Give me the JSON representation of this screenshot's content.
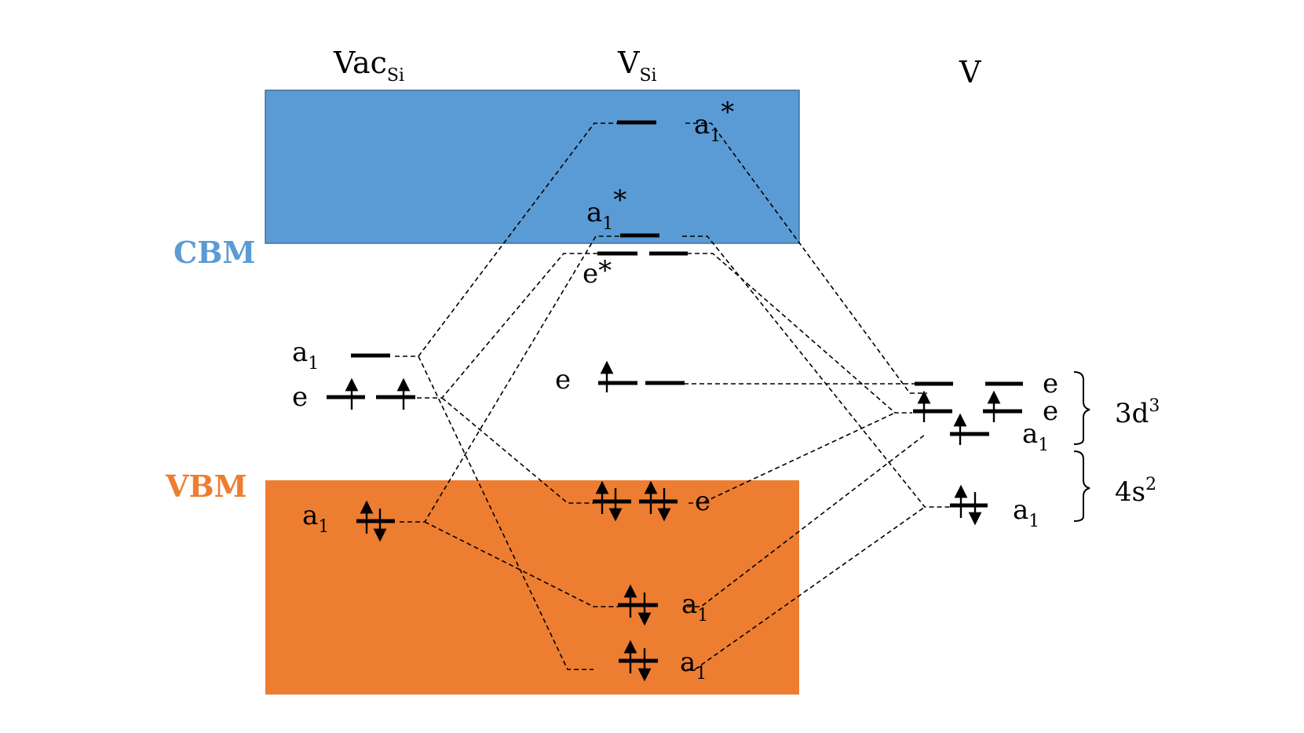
{
  "columns": {
    "vac": {
      "main": "Vac",
      "sub": "Si"
    },
    "vsi": {
      "main": "V",
      "sub": "Si"
    },
    "v": {
      "main": "V"
    }
  },
  "band_edges": {
    "cbm": {
      "label": "CBM",
      "color": "#5b9bd5"
    },
    "vbm": {
      "label": "VBM",
      "color": "#ed7d31"
    }
  },
  "groups": {
    "d": {
      "main": "3d",
      "sup": "3"
    },
    "s": {
      "main": "4s",
      "sup": "2"
    }
  },
  "levels": [
    {
      "id": "vac-a1-top",
      "main": "a",
      "sub": "1",
      "sup": ""
    },
    {
      "id": "vac-e",
      "main": "e",
      "sub": "",
      "sup": ""
    },
    {
      "id": "vac-a1-bottom",
      "main": "a",
      "sub": "1",
      "sup": ""
    },
    {
      "id": "vsi-a1-star-top",
      "main": "a",
      "sub": "1",
      "sup": "*"
    },
    {
      "id": "vsi-a1-star",
      "main": "a",
      "sub": "1",
      "sup": "*"
    },
    {
      "id": "vsi-e-star",
      "main": "e",
      "sub": "",
      "sup": "*"
    },
    {
      "id": "vsi-e-gap",
      "main": "e",
      "sub": "",
      "sup": ""
    },
    {
      "id": "vsi-e-vb",
      "main": "e",
      "sub": "",
      "sup": ""
    },
    {
      "id": "vsi-a1-mid",
      "main": "a",
      "sub": "1",
      "sup": ""
    },
    {
      "id": "vsi-a1-low",
      "main": "a",
      "sub": "1",
      "sup": ""
    },
    {
      "id": "v-e-top",
      "main": "e",
      "sub": "",
      "sup": ""
    },
    {
      "id": "v-e-2",
      "main": "e",
      "sub": "",
      "sup": ""
    },
    {
      "id": "v-a1-d",
      "main": "a",
      "sub": "1",
      "sup": ""
    },
    {
      "id": "v-a1-s",
      "main": "a",
      "sub": "1",
      "sup": ""
    }
  ]
}
